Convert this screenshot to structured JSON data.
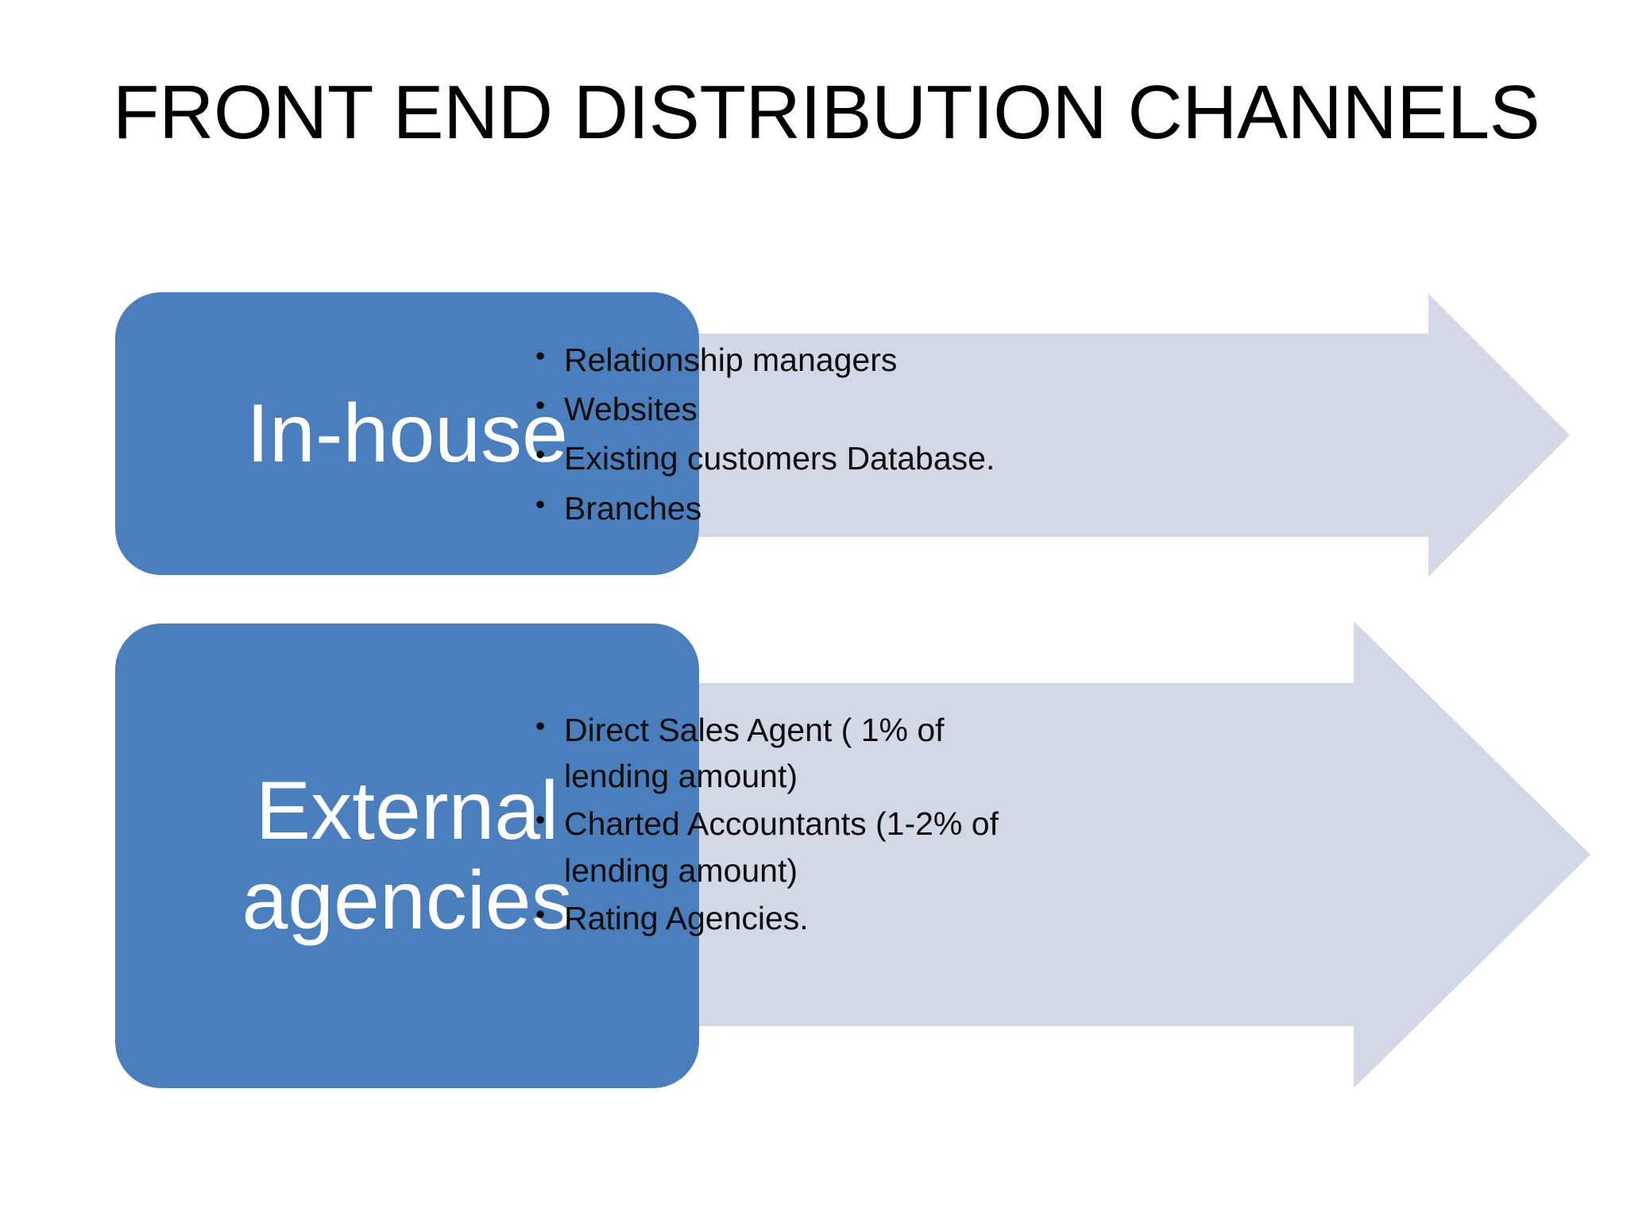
{
  "slide": {
    "title": "FRONT END DISTRIBUTION CHANNELS",
    "background_color": "#FFFFFF",
    "box_color": "#4A7EBC",
    "arrow_color": "#D3D8E6",
    "title_color": "#000000",
    "box_text_color": "#FFFFFF",
    "bullet_text_color": "#0D0D0D"
  },
  "rows": [
    {
      "label": "In-house",
      "bullets": [
        "Relationship managers",
        "Websites",
        "Existing customers Database.",
        "Branches"
      ]
    },
    {
      "label": "External agencies",
      "bullets": [
        "Direct Sales Agent ( 1% of lending amount)",
        "Charted Accountants (1-2% of lending amount)",
        "Rating Agencies."
      ]
    }
  ]
}
